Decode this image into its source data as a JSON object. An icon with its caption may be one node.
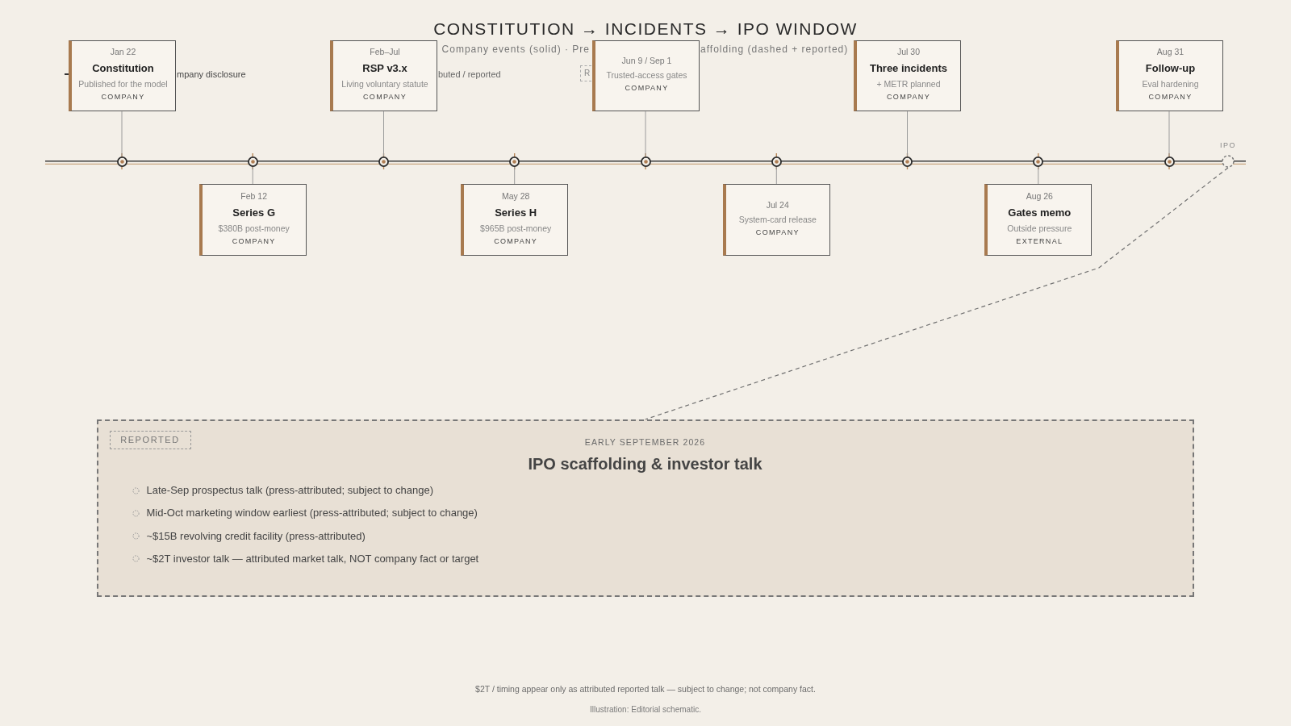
{
  "diagram": {
    "title": "CONSTITUTION → INCIDENTS → IPO WINDOW",
    "nodes": [
      {
        "text": [
          "Jan 22",
          "Constitution",
          "Published for the model",
          "COMPANY"
        ]
      },
      {
        "text": [
          "Feb 12",
          "Series G",
          "$380B post-money",
          "COMPANY"
        ]
      },
      {
        "text": [
          "Feb–Jul",
          "RSP v3.x",
          "Living voluntary statute",
          "COMPANY"
        ]
      },
      {
        "text": [
          "May 28",
          "Series H",
          "$965B post-money",
          "COMPANY"
        ]
      },
      {
        "text": [
          "Jun 9 / Sep 1",
          "Trusted-access gates",
          "COMPANY"
        ]
      },
      {
        "text": [
          "Jul 24",
          "System-card release",
          "COMPANY"
        ]
      },
      {
        "text": [
          "Jul 30",
          "Three incidents",
          "+ METR planned",
          "COMPANY"
        ]
      },
      {
        "text": [
          "Aug 26",
          "Gates memo",
          "Outside pressure",
          "EXTERNAL"
        ]
      },
      {
        "text": [
          "Aug 31",
          "Follow-up",
          "Eval hardening",
          "COMPANY"
        ]
      },
      {
        "text": [],
        "shape": "circle"
      },
      {
        "text": [],
        "shape": "circle"
      },
      {
        "text": [],
        "shape": "circle"
      },
      {
        "text": [],
        "shape": "circle"
      },
      {
        "text": [],
        "shape": "circle"
      },
      {
        "text": [],
        "shape": "circle"
      },
      {
        "text": [],
        "shape": "circle"
      },
      {
        "text": [],
        "shape": "circle"
      },
      {
        "text": [],
        "shape": "circle"
      },
      {
        "text": [
          "IPO"
        ]
      },
      {
        "text": [
          "EARLY SEPTEMBER 2026",
          "IPO scaffolding & investor talk",
          "Late-Sep prospectus talk (press-attributed; subject to change)",
          "Mid-Oct marketing window earliest (press-attributed; subject to change)",
          "~$15B revolving credit facility (press-attributed)",
          "~$2T investor talk — attributed market talk, NOT company fact or target"
        ]
      },
      {
        "text": [
          "REPORTED"
        ],
        "in": 19
      }
    ],
    "edges": [
      {
        "from": 0,
        "to": 9,
        "arrow": "none"
      },
      {
        "from": 1,
        "to": 10,
        "arrow": "none"
      },
      {
        "from": 2,
        "to": 11,
        "arrow": "none"
      },
      {
        "from": 3,
        "to": 12,
        "arrow": "none"
      },
      {
        "from": 4,
        "to": 13,
        "arrow": "none"
      },
      {
        "from": 5,
        "to": 14,
        "arrow": "none"
      },
      {
        "from": 6,
        "to": 15,
        "arrow": "none"
      },
      {
        "from": 7,
        "to": 16,
        "arrow": "none"
      },
      {
        "from": 8,
        "to": 17,
        "arrow": "none"
      },
      {
        "from": 18,
        "to": 19,
        "arrow": "none",
        "style": "dashed",
        "color": "#707070"
      }
    ],
    "labels": [
      "Company events (solid) · Pre",
      "affolding (dashed + reported)",
      "R",
      "$2T / timing appear only as attributed reported talk — subject to change; not company fact.",
      "Illustration: Editorial schematic."
    ],
    "legend": [
      {
        "text": "mpany disclosure"
      },
      {
        "text": "buted / reported"
      }
    ]
  }
}
